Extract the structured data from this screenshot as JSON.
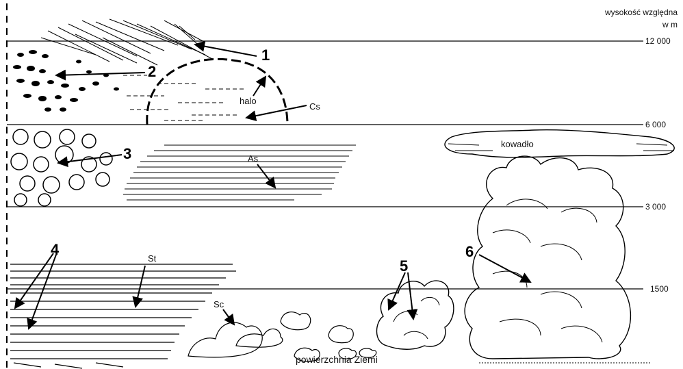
{
  "axis_title": {
    "line1": "wysokość względna",
    "line2": "w m"
  },
  "altitude_levels": [
    "12 000",
    "6 000",
    "3 000",
    "1500"
  ],
  "cloud_numbers": [
    "1",
    "2",
    "3",
    "4",
    "5",
    "6"
  ],
  "cloud_labels": {
    "halo": "halo",
    "cs": "Cs",
    "as": "As",
    "st": "St",
    "sc": "Sc",
    "kowadlo": "kowadło"
  },
  "ground_label": "powierzchnia Ziemi"
}
